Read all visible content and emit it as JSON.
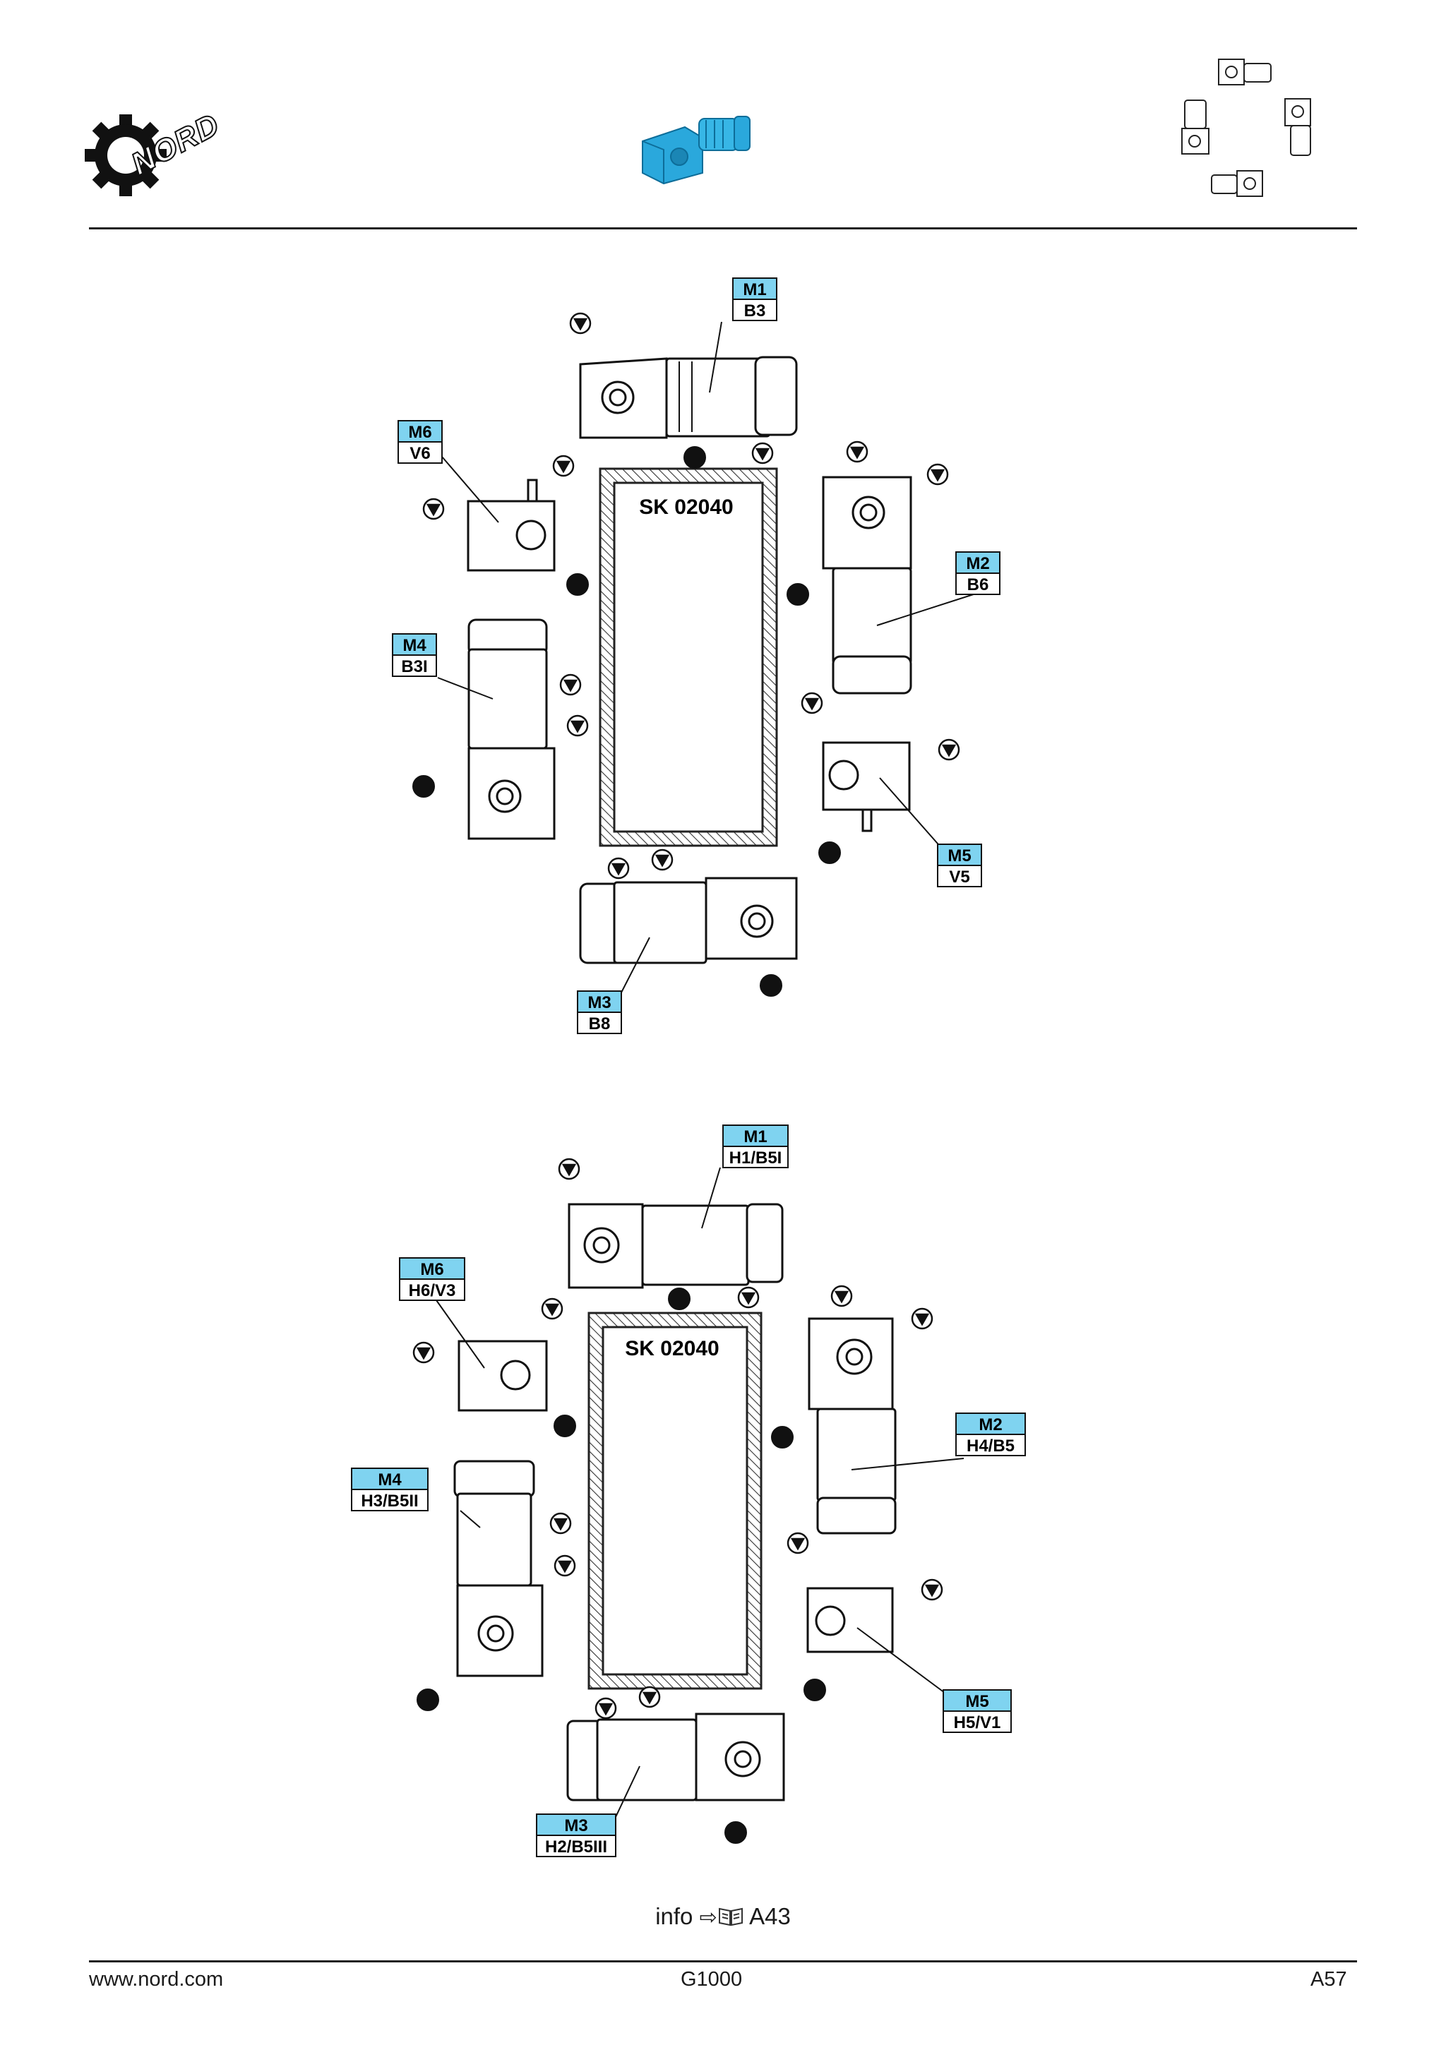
{
  "header": {
    "logo_text": "NORD",
    "product_image": "blue-bevel-gear-motor",
    "orientation_icon": "mounting-orientation-icon"
  },
  "colors": {
    "tag_fill": "#7fd3f0",
    "hatch": "#333333",
    "product_blue": "#2aa8dc"
  },
  "diagrams": [
    {
      "model": "SK 02040",
      "positions": [
        {
          "code": "M1",
          "mount": "B3"
        },
        {
          "code": "M2",
          "mount": "B6"
        },
        {
          "code": "M3",
          "mount": "B8"
        },
        {
          "code": "M4",
          "mount": "B3I"
        },
        {
          "code": "M5",
          "mount": "V5"
        },
        {
          "code": "M6",
          "mount": "V6"
        }
      ]
    },
    {
      "model": "SK 02040",
      "positions": [
        {
          "code": "M1",
          "mount": "H1/B5I"
        },
        {
          "code": "M2",
          "mount": "H4/B5"
        },
        {
          "code": "M3",
          "mount": "H2/B5III"
        },
        {
          "code": "M4",
          "mount": "H3/B5II"
        },
        {
          "code": "M5",
          "mount": "H5/V1"
        },
        {
          "code": "M6",
          "mount": "H6/V3"
        }
      ]
    }
  ],
  "info": {
    "prefix": "info",
    "arrow_icon": "arrow-right-icon",
    "book_icon": "book-icon",
    "ref": "A43"
  },
  "footer": {
    "url": "www.nord.com",
    "doc": "G1000",
    "page": "A57"
  }
}
